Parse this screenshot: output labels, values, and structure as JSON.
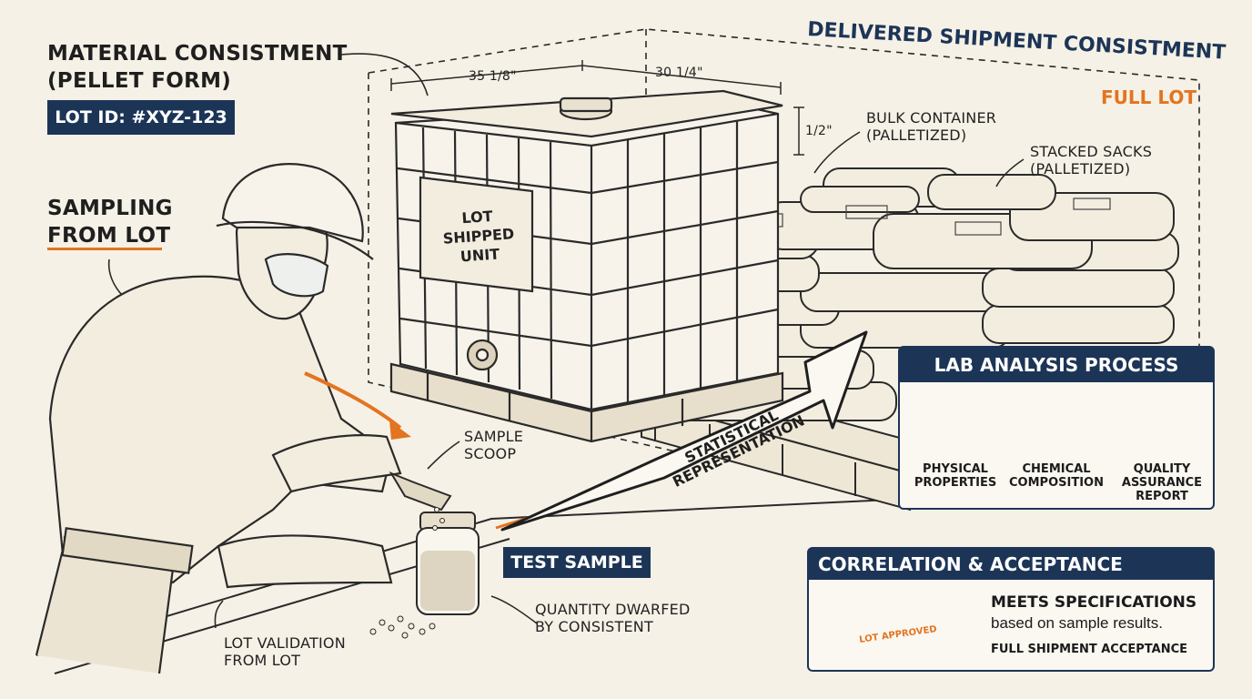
{
  "material": {
    "title_line1": "MATERIAL CONSISTMENT",
    "title_line2": "(PELLET FORM)",
    "lot_id": "LOT ID: #XYZ-123"
  },
  "sampling": {
    "line1": "SAMPLING",
    "line2": "FROM LOT"
  },
  "shipment": {
    "title": "DELIVERED SHIPMENT CONSISTMENT",
    "full_lot": "FULL LOT"
  },
  "dimensions": {
    "width_a": "35 1/8\"",
    "width_b": "30 1/4\"",
    "height": "1/2\""
  },
  "container": {
    "label_line1": "LOT",
    "label_line2": "SHIPPED",
    "label_line3": "UNIT",
    "bulk_line1": "BULK CONTAINER",
    "bulk_line2": "(PALLETIZED)",
    "sacks_line1": "STACKED SACKS",
    "sacks_line2": "(PALLETIZED)"
  },
  "arrow": {
    "line1": "STATISTICAL",
    "line2": "REPRESENTATION"
  },
  "scoop": {
    "line1": "SAMPLE",
    "line2": "SCOOP"
  },
  "test_sample": "TEST SAMPLE",
  "quantity": {
    "line1": "QUANTITY DWARFED",
    "line2": "BY CONSISTENT"
  },
  "validation": {
    "line1": "LOT VALIDATION",
    "line2": "FROM LOT"
  },
  "lab": {
    "title": "LAB ANALYSIS PROCESS",
    "items": [
      {
        "line1": "PHYSICAL",
        "line2": "PROPERTIES",
        "line3": ""
      },
      {
        "line1": "CHEMICAL",
        "line2": "COMPOSITION",
        "line3": ""
      },
      {
        "line1": "QUALITY",
        "line2": "ASSURANCE",
        "line3": "REPORT"
      }
    ]
  },
  "correlation": {
    "title": "CORRELATION & ACCEPTANCE",
    "stamp": "LOT APPROVED",
    "meets": "MEETS SPECIFICATIONS",
    "based": "based on sample results.",
    "full": "FULL SHIPMENT ACCEPTANCE"
  },
  "colors": {
    "navy": "#1c3557",
    "orange": "#e37420",
    "paper": "#f6f1e6"
  }
}
